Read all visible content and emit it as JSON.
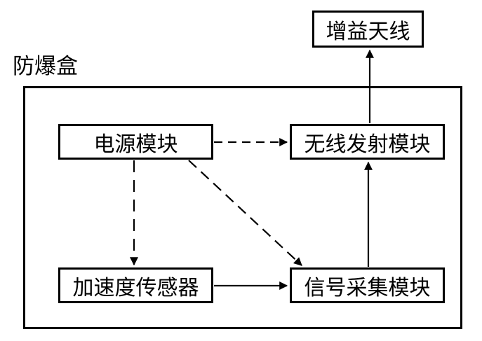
{
  "diagram": {
    "container_label": "防爆盒",
    "nodes": {
      "gain_antenna": {
        "label": "增益天线"
      },
      "power_module": {
        "label": "电源模块"
      },
      "wireless_tx_module": {
        "label": "无线发射模块"
      },
      "accel_sensor": {
        "label": "加速度传感器"
      },
      "signal_acq_module": {
        "label": "信号采集模块"
      }
    },
    "connections": [
      {
        "from": "电源模块",
        "to": "无线发射模块",
        "style": "dashed",
        "meaning": "power supply"
      },
      {
        "from": "电源模块",
        "to": "加速度传感器",
        "style": "dashed",
        "meaning": "power supply"
      },
      {
        "from": "电源模块",
        "to": "信号采集模块",
        "style": "dashed",
        "meaning": "power supply"
      },
      {
        "from": "加速度传感器",
        "to": "信号采集模块",
        "style": "solid",
        "meaning": "signal"
      },
      {
        "from": "信号采集模块",
        "to": "无线发射模块",
        "style": "solid",
        "meaning": "signal"
      },
      {
        "from": "无线发射模块",
        "to": "增益天线",
        "style": "solid",
        "meaning": "signal"
      }
    ],
    "colors": {
      "line": "#000000",
      "text": "#000000",
      "background": "#ffffff"
    }
  }
}
